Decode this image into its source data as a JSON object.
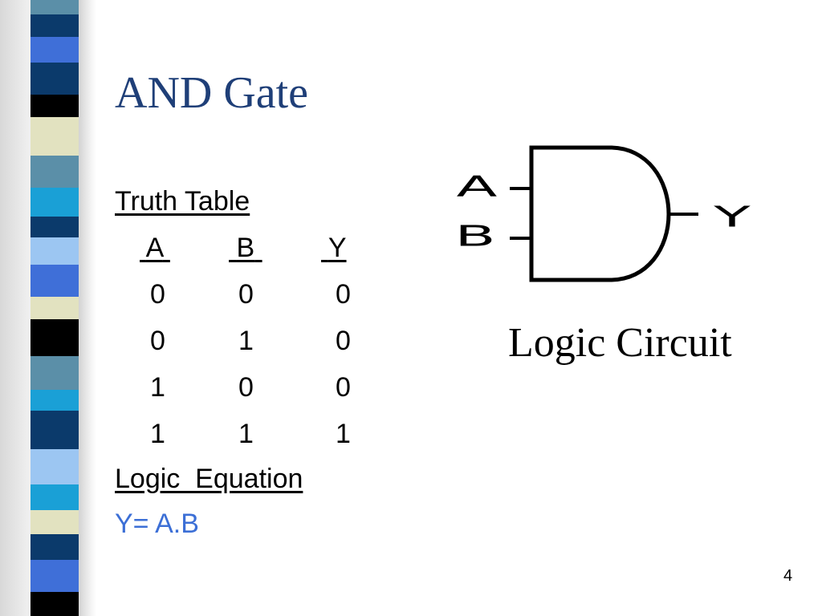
{
  "slide": {
    "title": "AND Gate",
    "page_number": "4"
  },
  "truth_table": {
    "heading": "Truth Table",
    "headers": [
      "A",
      "B",
      "Y"
    ],
    "rows": [
      [
        "0",
        "0",
        "0"
      ],
      [
        "0",
        "1",
        "0"
      ],
      [
        "1",
        "0",
        "0"
      ],
      [
        "1",
        "1",
        "1"
      ]
    ]
  },
  "equation": {
    "heading": "Logic  Equation",
    "expression": "Y= A.B"
  },
  "circuit": {
    "input_a": "A",
    "input_b": "B",
    "output": "Y",
    "caption": "Logic Circuit"
  },
  "colors": {
    "title": "#1f3f78",
    "equation": "#3c6fd6",
    "stripes": [
      "#5b8fa8",
      "#0b3a6b",
      "#3f6fd8",
      "#000000",
      "#e2e2c0",
      "#1aa0d6",
      "#9cc6f2"
    ]
  }
}
